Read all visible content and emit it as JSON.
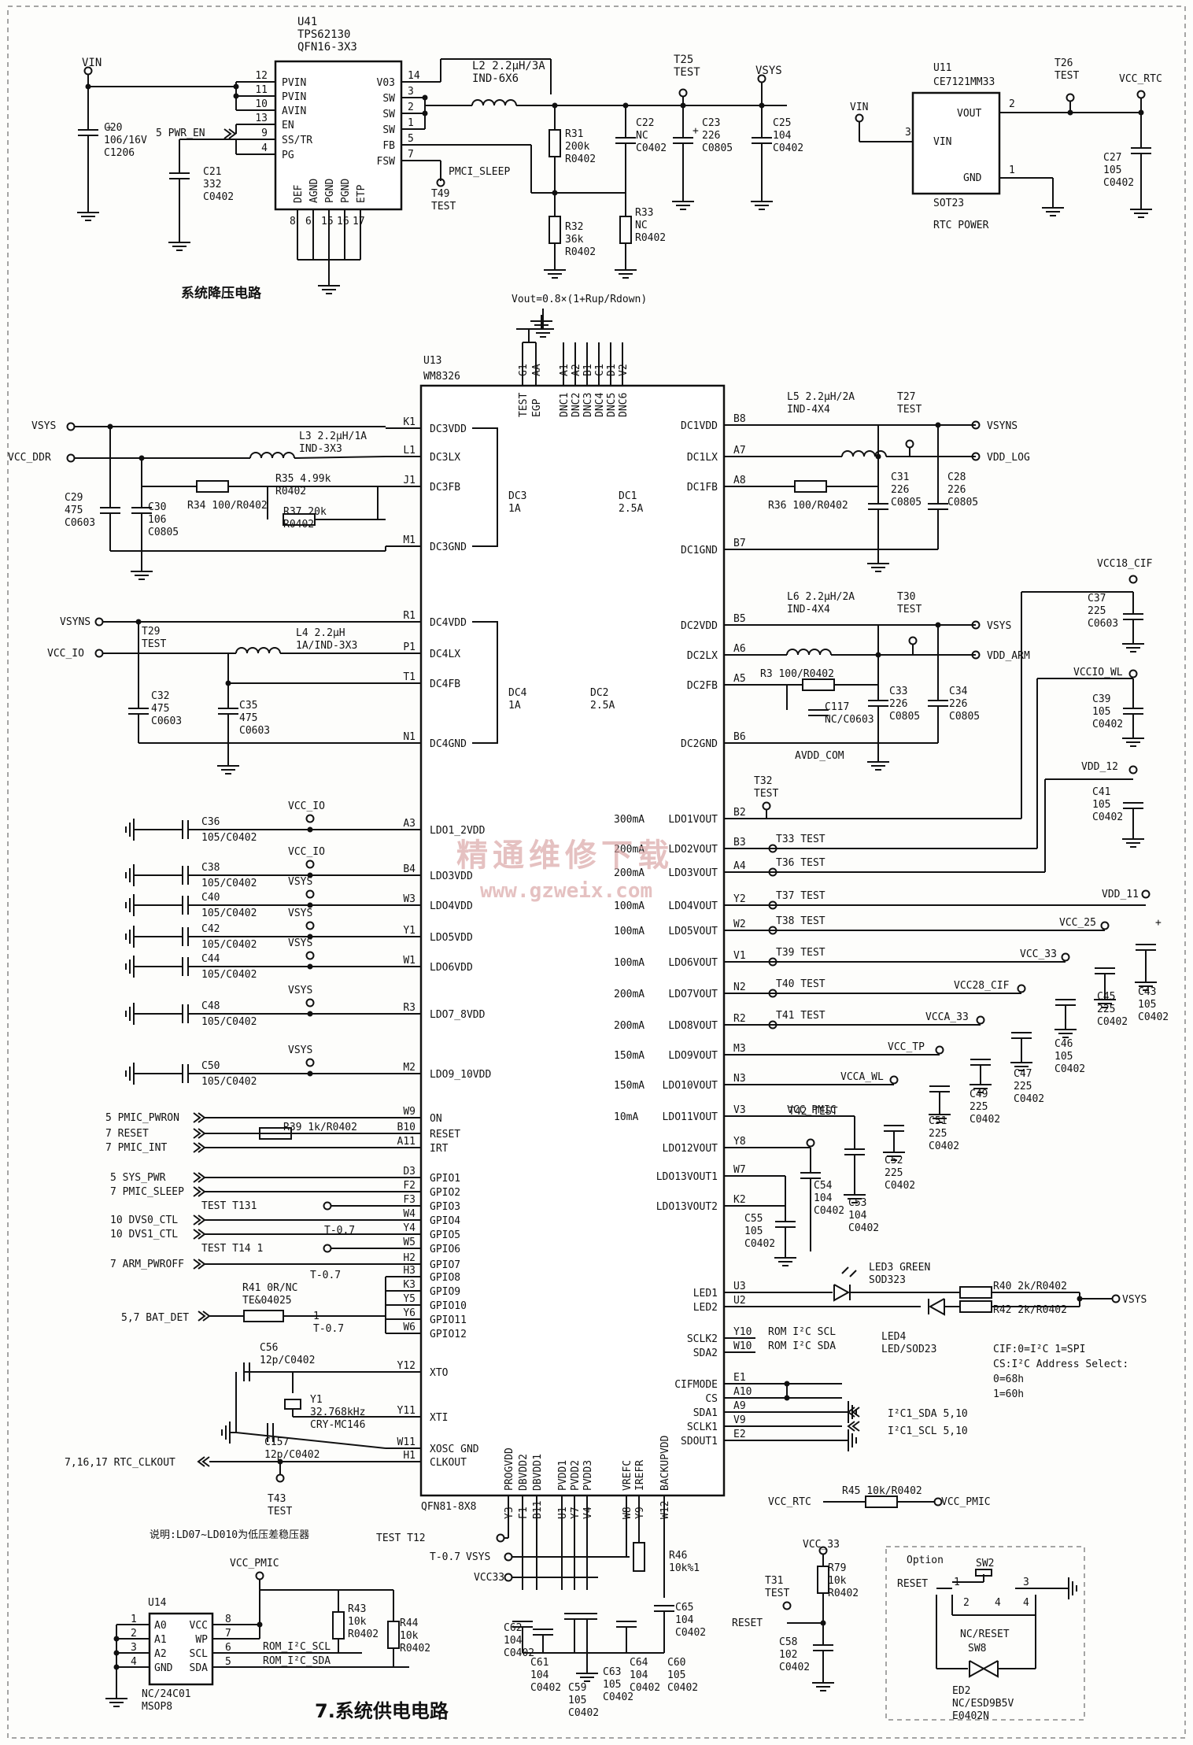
{
  "u41": {
    "ref": "U41",
    "part": "TPS62130",
    "pkg": "QFN16-3X3",
    "left_pins": [
      [
        "12",
        "PVIN"
      ],
      [
        "11",
        "PVIN"
      ],
      [
        "10",
        "AVIN"
      ],
      [
        "13",
        "EN"
      ],
      [
        "9",
        "SS/TR"
      ],
      [
        "4",
        "PG"
      ]
    ],
    "right_pins": [
      [
        "14",
        "V03"
      ],
      [
        "3",
        "SW"
      ],
      [
        "2",
        "SW"
      ],
      [
        "1",
        "SW"
      ],
      [
        "5",
        "FB"
      ],
      [
        "7",
        "FSW"
      ]
    ],
    "bottom_pins": [
      [
        "8",
        "DEF"
      ],
      [
        "6",
        "AGND"
      ],
      [
        "15",
        "PGND"
      ],
      [
        "16",
        "PGND"
      ],
      [
        "17",
        "ETP"
      ]
    ]
  },
  "buck": {
    "vin": "VIN",
    "c20": [
      "C20",
      "106/16V",
      "C1206"
    ],
    "pwr_en": "5 PWR_EN",
    "c21": [
      "C21",
      "332",
      "C0402"
    ],
    "l2": [
      "L2 2.2μH/3A",
      "IND-6X6"
    ],
    "t25": [
      "T25",
      "TEST"
    ],
    "vsys": "VSYS",
    "r31": [
      "R31",
      "200k",
      "R0402"
    ],
    "c22": [
      "C22",
      "NC",
      "C0402"
    ],
    "c23": [
      "C23",
      "226",
      "C0805"
    ],
    "c25": [
      "C25",
      "104",
      "C0402"
    ],
    "pmic_sleep": "PMCI_SLEEP",
    "t49": [
      "T49",
      "TEST"
    ],
    "r32": [
      "R32",
      "36k",
      "R0402"
    ],
    "r33": [
      "R33",
      "NC",
      "R0402"
    ],
    "title": "系统降压电路",
    "formula": "Vout=0.8×(1+Rup/Rdown)"
  },
  "rtc": {
    "vin": "VIN",
    "u11": "U11",
    "part": "CE7121MM33",
    "vout": "VOUT",
    "pin_in": "VIN",
    "gnd": "GND",
    "pkg": "SOT23",
    "label": "RTC POWER",
    "t26": [
      "T26",
      "TEST"
    ],
    "vcc": "VCC_RTC",
    "c27": [
      "C27",
      "105",
      "C0402"
    ],
    "p2": "2",
    "p3": "3",
    "p1": "1"
  },
  "u13": {
    "ref": "U13",
    "part": "WM8326",
    "pkg": "QFN81-8X8",
    "top_pins": [
      [
        "G1",
        "TEST"
      ],
      [
        "AA",
        "EGP"
      ],
      [
        "A1",
        "DNC1"
      ],
      [
        "A2",
        "DNC2"
      ],
      [
        "B1",
        "DNC3"
      ],
      [
        "C1",
        "DNC4"
      ],
      [
        "D1",
        "DNC5"
      ],
      [
        "V2",
        "DNC6"
      ]
    ],
    "left_pins": [
      [
        "K1",
        "DC3VDD"
      ],
      [
        "L1",
        "DC3LX"
      ],
      [
        "J1",
        "DC3FB"
      ],
      [
        "M1",
        "DC3GND"
      ],
      [
        "R1",
        "DC4VDD"
      ],
      [
        "P1",
        "DC4LX"
      ],
      [
        "T1",
        "DC4FB"
      ],
      [
        "N1",
        "DC4GND"
      ],
      [
        "A3",
        "LDO1_2VDD"
      ],
      [
        "B4",
        "LDO3VDD"
      ],
      [
        "W3",
        "LDO4VDD"
      ],
      [
        "Y1",
        "LDO5VDD"
      ],
      [
        "W1",
        "LDO6VDD"
      ],
      [
        "R3",
        "LDO7_8VDD"
      ],
      [
        "M2",
        "LDO9_10VDD"
      ],
      [
        "W9",
        "ON"
      ],
      [
        "B10",
        "RESET"
      ],
      [
        "A11",
        "IRT"
      ],
      [
        "D3",
        "GPIO1"
      ],
      [
        "F2",
        "GPIO2"
      ],
      [
        "F3",
        "GPIO3"
      ],
      [
        "W4",
        "GPIO4"
      ],
      [
        "Y4",
        "GPIO5"
      ],
      [
        "W5",
        "GPIO6"
      ],
      [
        "H2",
        "GPIO7"
      ],
      [
        "H3",
        "GPIO8"
      ],
      [
        "K3",
        "GPIO9"
      ],
      [
        "Y5",
        "GPIO10"
      ],
      [
        "Y6",
        "GPIO11"
      ],
      [
        "W6",
        "GPIO12"
      ],
      [
        "Y12",
        "XTO"
      ],
      [
        "Y11",
        "XTI"
      ],
      [
        "W11",
        "XOSC GND"
      ],
      [
        "H1",
        "CLKOUT"
      ]
    ],
    "right_pins": [
      [
        "B8",
        "DC1VDD"
      ],
      [
        "A7",
        "DC1LX"
      ],
      [
        "A8",
        "DC1FB"
      ],
      [
        "B7",
        "DC1GND"
      ],
      [
        "B5",
        "DC2VDD"
      ],
      [
        "A6",
        "DC2LX"
      ],
      [
        "A5",
        "DC2FB"
      ],
      [
        "B6",
        "DC2GND"
      ],
      [
        "B2",
        "LDO1VOUT"
      ],
      [
        "B3",
        "LDO2VOUT"
      ],
      [
        "A4",
        "LDO3VOUT"
      ],
      [
        "Y2",
        "LDO4VOUT"
      ],
      [
        "W2",
        "LDO5VOUT"
      ],
      [
        "V1",
        "LDO6VOUT"
      ],
      [
        "N2",
        "LDO7VOUT"
      ],
      [
        "R2",
        "LDO8VOUT"
      ],
      [
        "M3",
        "LDO9VOUT"
      ],
      [
        "N3",
        "LDO10VOUT"
      ],
      [
        "V3",
        "LDO11VOUT"
      ],
      [
        "Y8",
        "LDO12VOUT"
      ],
      [
        "W7",
        "LDO13VOUT1"
      ],
      [
        "K2",
        "LDO13VOUT2"
      ],
      [
        "U3",
        "LED1"
      ],
      [
        "U2",
        "LED2"
      ],
      [
        "Y10",
        "SCLK2"
      ],
      [
        "W10",
        "SDA2"
      ],
      [
        "E1",
        "CIFMODE"
      ],
      [
        "A10",
        "CS"
      ],
      [
        "A9",
        "SDA1"
      ],
      [
        "V9",
        "SCLK1"
      ],
      [
        "E2",
        "SDOUT1"
      ]
    ],
    "bottom_pins": [
      [
        "Y3",
        "PROGVDD"
      ],
      [
        "F1",
        "DBVDD2"
      ],
      [
        "B11",
        "DBVDD1"
      ],
      [
        "U1",
        "PVDD1"
      ],
      [
        "Y7",
        "PVDD2"
      ],
      [
        "V4",
        "PVDD3"
      ],
      [
        "W8",
        "VREFC"
      ],
      [
        "Y9",
        "IREFR"
      ],
      [
        "W12",
        "BACKUPVDD"
      ]
    ],
    "currents": [
      "300mA",
      "200mA",
      "200mA",
      "100mA",
      "100mA",
      "100mA",
      "200mA",
      "200mA",
      "150mA",
      "150mA",
      "10mA"
    ],
    "dc3": [
      "DC3",
      "1A"
    ],
    "dc1": [
      "DC1",
      "2.5A"
    ],
    "dc4": [
      "DC4",
      "1A"
    ],
    "dc2": [
      "DC2",
      "2.5A"
    ]
  },
  "left": {
    "vsys": "VSYS",
    "vcc_ddr": "VCC_DDR",
    "l3": [
      "L3 2.2μH/1A",
      "IND-3X3"
    ],
    "r35": [
      "R35 4.99k",
      "R0402"
    ],
    "r34": "R34 100/R0402",
    "r37": [
      "R37 20k",
      "R0402"
    ],
    "c29": [
      "C29",
      "475",
      "C0603"
    ],
    "c30": [
      "C30",
      "106",
      "C0805"
    ],
    "vsyns": "VSYNS",
    "vcc_io": "VCC_IO",
    "t29": [
      "T29",
      "TEST"
    ],
    "l4": [
      "L4 2.2μH",
      "1A/IND-3X3"
    ],
    "c32": [
      "C32",
      "475",
      "C0603"
    ],
    "c35": [
      "C35",
      "475",
      "C0603"
    ],
    "ldo_caps": [
      [
        "C36",
        "105/C0402",
        "VCC_IO"
      ],
      [
        "C38",
        "105/C0402",
        "VCC_IO"
      ],
      [
        "C40",
        "105/C0402",
        "VSYS"
      ],
      [
        "C42",
        "105/C0402",
        "VSYS"
      ],
      [
        "C44",
        "105/C0402",
        "VSYS"
      ],
      [
        "C48",
        "105/C0402",
        "VSYS"
      ],
      [
        "C50",
        "105/C0402",
        "VSYS"
      ]
    ],
    "ctrl": [
      "5 PMIC_PWRON",
      "7 RESET",
      "7 PMIC_INT"
    ],
    "r39": "R39 1k/R0402",
    "gpio": [
      "5 SYS_PWR",
      "7 PMIC_SLEEP",
      "TEST T131",
      "10 DVS0_CTL",
      "10 DVS1_CTL",
      "TEST T14 1",
      "7 ARM_PWROFF"
    ],
    "gpio_extra": [
      "T-0.7",
      "T-0.7",
      "T-0.7",
      "1",
      "T-0.7"
    ],
    "r41": [
      "R41 0R/NC",
      "TE&04025"
    ],
    "bat": "5,7 BAT_DET",
    "c56": [
      "C56",
      "12p/C0402"
    ],
    "y1": [
      "Y1",
      "32.768kHz",
      "CRY-MC146"
    ],
    "c157": [
      "C157",
      "12p/C0402"
    ],
    "clkout": "7,16,17 RTC_CLKOUT",
    "t43": [
      "T43",
      "TEST"
    ],
    "note": "说明:LD07~LD010为低压差稳压器"
  },
  "right": {
    "vsyns": "VSYNS",
    "vdd_log": "VDD_LOG",
    "l5": [
      "L5 2.2μH/2A",
      "IND-4X4"
    ],
    "t27": [
      "T27",
      "TEST"
    ],
    "r36": "R36 100/R0402",
    "c31": [
      "C31",
      "226",
      "C0805"
    ],
    "c28": [
      "C28",
      "226",
      "C0805"
    ],
    "vsys": "VSYS",
    "vdd_arm": "VDD_ARM",
    "l6": [
      "L6 2.2μH/2A",
      "IND-4X4"
    ],
    "t30": [
      "T30",
      "TEST"
    ],
    "r3": "R3 100/R0402",
    "c117": [
      "C117",
      "NC/C0603"
    ],
    "avdd": "AVDD_COM",
    "c33": [
      "C33",
      "226",
      "C0805"
    ],
    "c34": [
      "C34",
      "226",
      "C0805"
    ],
    "vcc18": "VCC18_CIF",
    "c37": [
      "C37",
      "225",
      "C0603"
    ],
    "vccio_wl": "VCCIO_WL",
    "c39": [
      "C39",
      "105",
      "C0402"
    ],
    "vdd12": "VDD_12",
    "c41": [
      "C41",
      "105",
      "C0402"
    ],
    "t32": [
      "T32",
      "TEST"
    ],
    "tests": [
      "T33 TEST",
      "T36 TEST",
      "T37 TEST",
      "T38 TEST",
      "T39 TEST",
      "T40 TEST",
      "T41 TEST",
      "T42 TEST"
    ],
    "vdd11": "VDD_11",
    "vcc25": "VCC_25",
    "vcc33": "VCC_33",
    "vcc28": "VCC28_CIF",
    "vcca33": "VCCA_33",
    "vcc_tp": "VCC_TP",
    "vcca_wl": "VCCA_WL",
    "vcc_pmic": "VCC_PMIC",
    "c43": [
      "C43",
      "105",
      "C0402"
    ],
    "c45": [
      "C45",
      "225",
      "C0402"
    ],
    "c46": [
      "C46",
      "105",
      "C0402"
    ],
    "c47": [
      "C47",
      "225",
      "C0402"
    ],
    "c49": [
      "C49",
      "225",
      "C0402"
    ],
    "c51": [
      "C51",
      "225",
      "C0402"
    ],
    "c52": [
      "C52",
      "225",
      "C0402"
    ],
    "c54": [
      "C54",
      "104",
      "C0402"
    ],
    "c53": [
      "C53",
      "104",
      "C0402"
    ],
    "c55": [
      "C55",
      "105",
      "C0402"
    ],
    "led3": [
      "LED3 GREEN",
      "SOD323"
    ],
    "led4": [
      "LED4",
      "LED/SOD23"
    ],
    "r40": "R40 2k/R0402",
    "r42": "R42 2k/R0402",
    "led_vsys": "VSYS",
    "rom_scl": "ROM I²C SCL",
    "rom_sda": "ROM I²C SDA",
    "i2c_sda": "I²C1_SDA 5,10",
    "i2c_scl": "I²C1_SCL 5,10",
    "cif_note": [
      "CIF:0=I²C 1=SPI",
      "CS:I²C Address Select:",
      "0=68h",
      "1=60h"
    ]
  },
  "bottom": {
    "test_t12": "TEST T12",
    "t07": "T-0.7",
    "vsys": "VSYS",
    "vcc33": "VCC33",
    "caps": [
      [
        "C62",
        "104",
        "C0402"
      ],
      [
        "C61",
        "104",
        "C0402"
      ],
      [
        "C59",
        "105",
        "C0402"
      ],
      [
        "C63",
        "105",
        "C0402"
      ],
      [
        "C64",
        "104",
        "C0402"
      ],
      [
        "C60",
        "105",
        "C0402"
      ],
      [
        "C65",
        "104",
        "C0402"
      ]
    ],
    "r46": [
      "R46",
      "10k%1"
    ],
    "vcc_rtc": "VCC_RTC",
    "r45": "R45 10k/R0402",
    "vcc_pmic": "VCC_PMIC",
    "vcc_33": "VCC_33",
    "r79": [
      "R79",
      "10k",
      "R0402"
    ],
    "t31": [
      "T31",
      "TEST"
    ],
    "reset": "RESET",
    "c58": [
      "C58",
      "102",
      "C0402"
    ],
    "option": "Option",
    "sw2": "SW2",
    "sw_reset": "RESET",
    "nc_reset": [
      "NC/RESET",
      "SW8"
    ],
    "ed2": [
      "ED2",
      "NC/ESD9B5V",
      "E0402N"
    ],
    "u14": [
      "U14",
      "NC/24C01",
      "MSOP8"
    ],
    "u14_left": [
      [
        "1",
        "A0"
      ],
      [
        "2",
        "A1"
      ],
      [
        "3",
        "A2"
      ],
      [
        "4",
        "GND"
      ]
    ],
    "u14_right": [
      [
        "8",
        "VCC"
      ],
      [
        "7",
        "WP"
      ],
      [
        "6",
        "SCL"
      ],
      [
        "5",
        "SDA"
      ]
    ],
    "u14_vcc": "VCC_PMIC",
    "r43": [
      "R43",
      "10k",
      "R0402"
    ],
    "r44": [
      "R44",
      "10k",
      "R0402"
    ],
    "rom_scl": "ROM_I²C_SCL",
    "rom_sda": "ROM_I²C_SDA",
    "title": "7.系统供电电路"
  },
  "watermark": [
    "精通维修下载",
    "www.gzweix.com"
  ]
}
